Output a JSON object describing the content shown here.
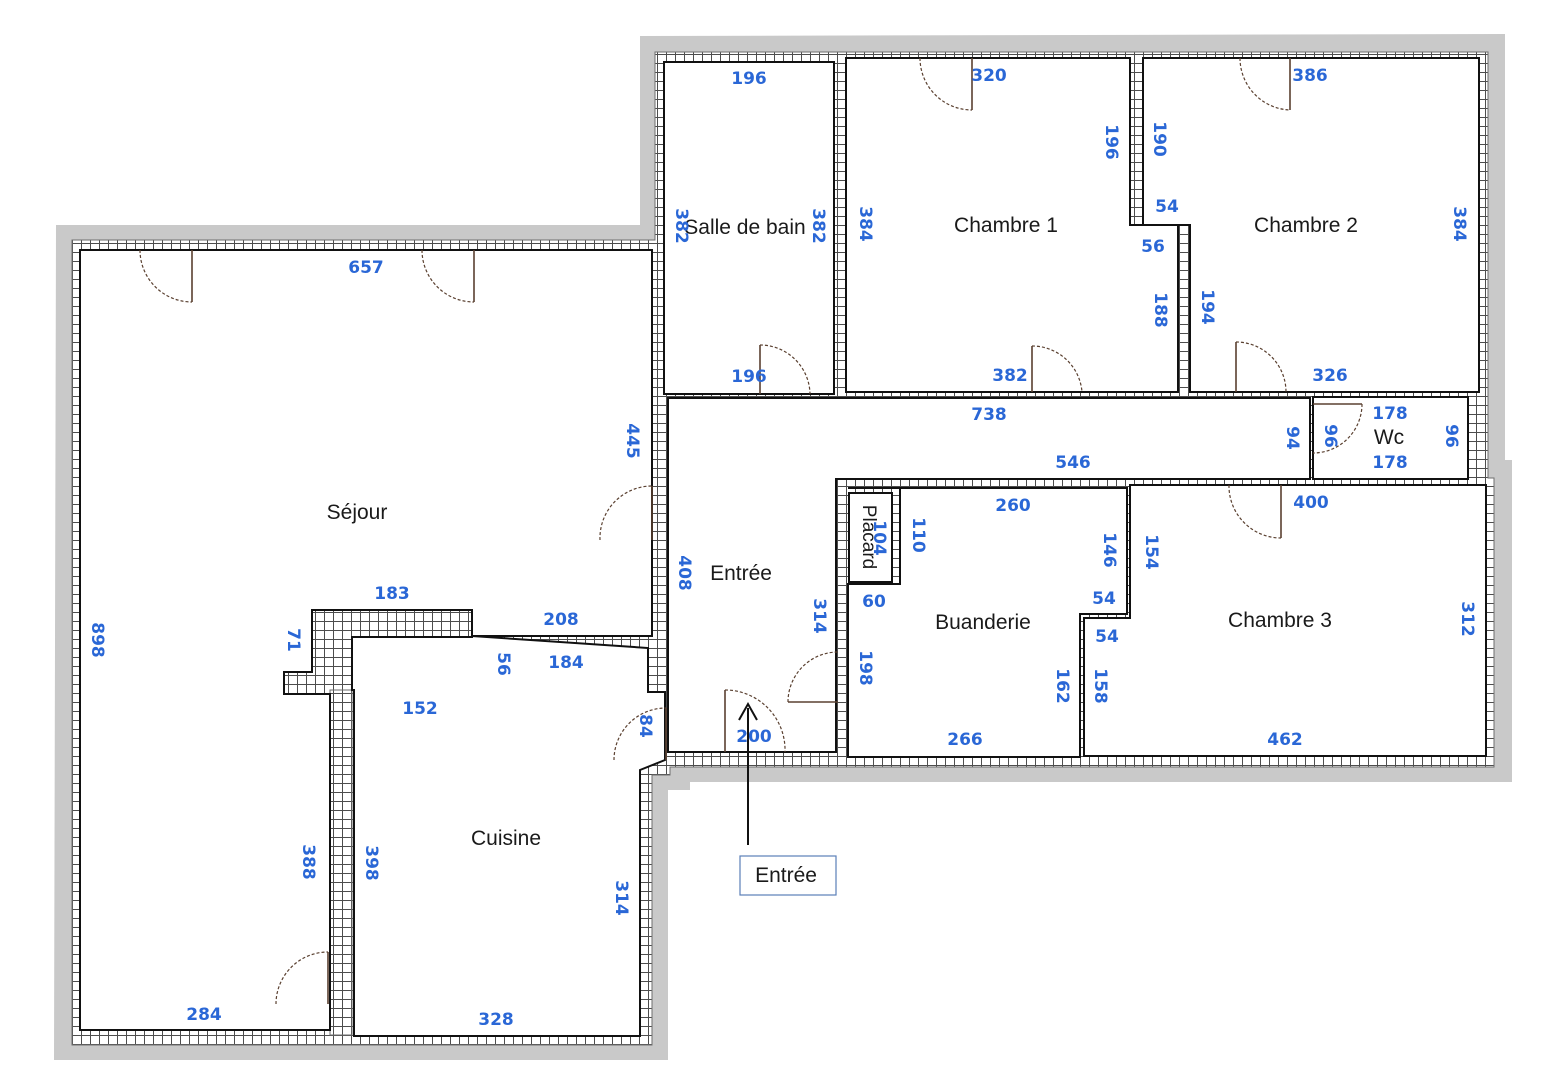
{
  "colors": {
    "dimension": "#2a67d6",
    "wall": "#111111",
    "hatch_bg": "#ffffff",
    "hatch_line": "#4d4d4d",
    "shadow": "#c9c9c9",
    "door": "#5a4030",
    "entry_box": "#5b7fb8"
  },
  "rooms": {
    "sejour": "Séjour",
    "cuisine": "Cuisine",
    "entree": "Entrée",
    "salle_de_bain": "Salle de bain",
    "chambre1": "Chambre 1",
    "chambre2": "Chambre 2",
    "chambre3": "Chambre 3",
    "buanderie": "Buanderie",
    "wc": "Wc",
    "placard": "Placard"
  },
  "entry_marker": {
    "label": "Entrée",
    "icon": "arrow-up-icon"
  },
  "dimensions": {
    "sejour_top": "657",
    "sejour_right": "445",
    "sejour_left": "898",
    "sejour_bottom": "284",
    "sejour_inner": "388",
    "bar_top": "183",
    "bar_left": "71",
    "bar_right": "208",
    "cuisine_top_a": "56",
    "cuisine_top_b": "184",
    "cuisine_top_c": "152",
    "cuisine_left": "398",
    "cuisine_right": "314",
    "cuisine_bottom": "328",
    "cuisine_door": "84",
    "sdb_top": "196",
    "sdb_bottom": "196",
    "sdb_left": "382",
    "sdb_right": "382",
    "ch1_top": "320",
    "ch1_right_top": "196",
    "ch1_left": "384",
    "ch1_notch": "56",
    "ch1_right_bottom": "188",
    "ch1_bottom": "382",
    "ch2_top": "386",
    "ch2_left_top": "190",
    "ch2_notch": "54",
    "ch2_right": "384",
    "ch2_left_bottom": "194",
    "ch2_bottom": "326",
    "hall_top": "738",
    "hall_bottom": "546",
    "hall_end": "94",
    "wc_top": "178",
    "wc_bottom": "178",
    "wc_left": "96",
    "wc_right": "96",
    "entree_left": "408",
    "entree_right": "314",
    "entree_bottom": "200",
    "placard_a": "104",
    "placard_b": "110",
    "buand_top": "260",
    "buand_left_top": "60",
    "buand_left": "198",
    "buand_right_top": "146",
    "buand_notch_a": "54",
    "buand_notch_b": "54",
    "buand_right": "162",
    "buand_bottom": "266",
    "ch3_top": "400",
    "ch3_left_top": "154",
    "ch3_left": "158",
    "ch3_right": "312",
    "ch3_bottom": "462"
  }
}
